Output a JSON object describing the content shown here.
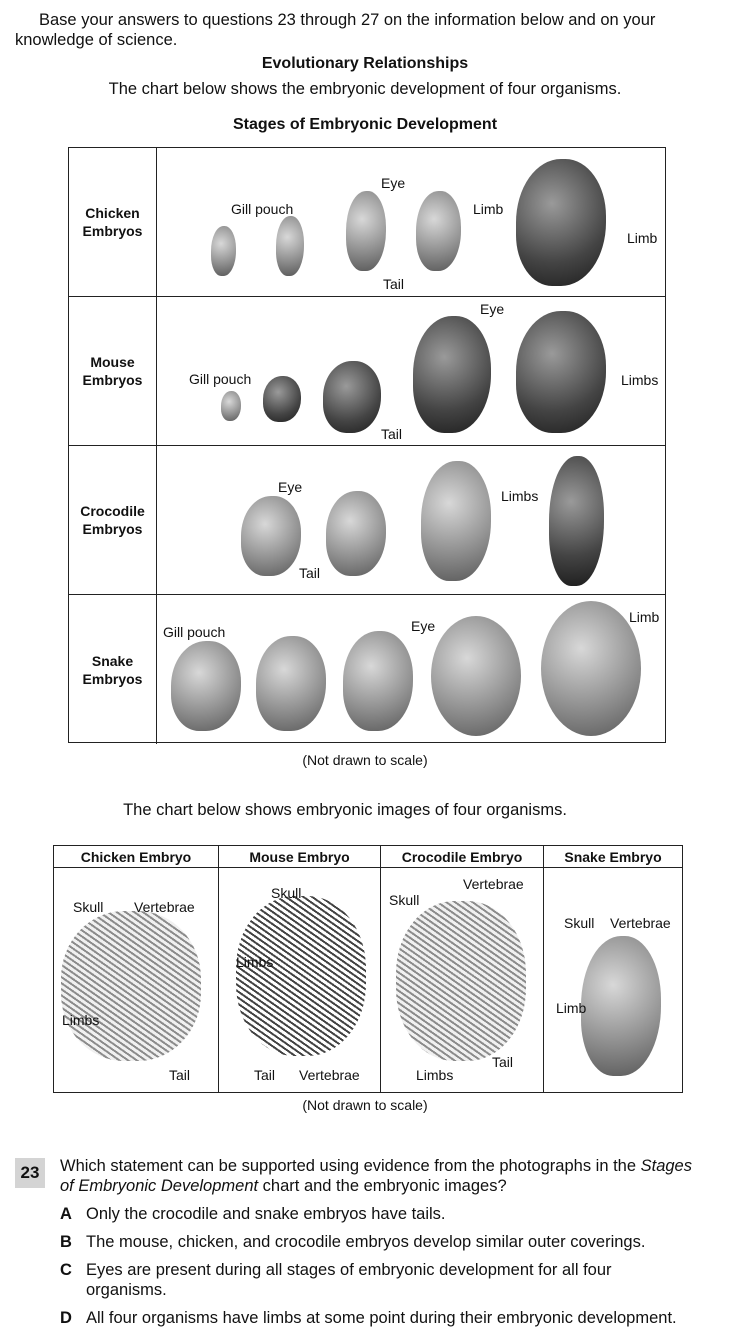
{
  "intro": "Base your answers to questions 23 through 27 on the information below and on your knowledge of science.",
  "section_title": "Evolutionary Relationships",
  "chart1_caption": "The chart below shows the embryonic development of four organisms.",
  "chart1_title": "Stages of Embryonic Development",
  "chart1_rows": [
    {
      "label": "Chicken Embryos",
      "annotations": [
        "Gill pouch",
        "Eye",
        "Tail",
        "Limb",
        "Limb"
      ]
    },
    {
      "label": "Mouse Embryos",
      "annotations": [
        "Eye",
        "Gill pouch",
        "Tail",
        "Limbs"
      ]
    },
    {
      "label": "Crocodile Embryos",
      "annotations": [
        "Eye",
        "Tail",
        "Limbs"
      ]
    },
    {
      "label": "Snake Embryos",
      "annotations": [
        "Gill pouch",
        "Eye",
        "Limb"
      ]
    }
  ],
  "chart1_note": "(Not drawn to scale)",
  "chart2_caption": "The chart below shows embryonic images of four organisms.",
  "chart2_cols": [
    {
      "header": "Chicken Embryo",
      "annotations": [
        "Skull",
        "Vertebrae",
        "Limbs",
        "Tail"
      ]
    },
    {
      "header": "Mouse Embryo",
      "annotations": [
        "Skull",
        "Limbs",
        "Tail",
        "Vertebrae"
      ]
    },
    {
      "header": "Crocodile Embryo",
      "annotations": [
        "Vertebrae",
        "Skull",
        "Tail",
        "Limbs"
      ]
    },
    {
      "header": "Snake Embryo",
      "annotations": [
        "Skull",
        "Vertebrae",
        "Limb"
      ]
    }
  ],
  "chart2_note": "(Not drawn to scale)",
  "question": {
    "number": "23",
    "stem_pre": "Which statement can be supported using evidence from the photographs in the ",
    "stem_italic": "Stages of Embryonic Development",
    "stem_post": " chart and the embryonic images?",
    "options": [
      {
        "letter": "A",
        "text": "Only the crocodile and snake embryos have tails."
      },
      {
        "letter": "B",
        "text": "The mouse, chicken, and crocodile embryos develop similar outer coverings."
      },
      {
        "letter": "C",
        "text": "Eyes are present during all stages of embryonic development for all four organisms."
      },
      {
        "letter": "D",
        "text": "All four organisms have limbs at some point during their embryonic development."
      }
    ]
  }
}
